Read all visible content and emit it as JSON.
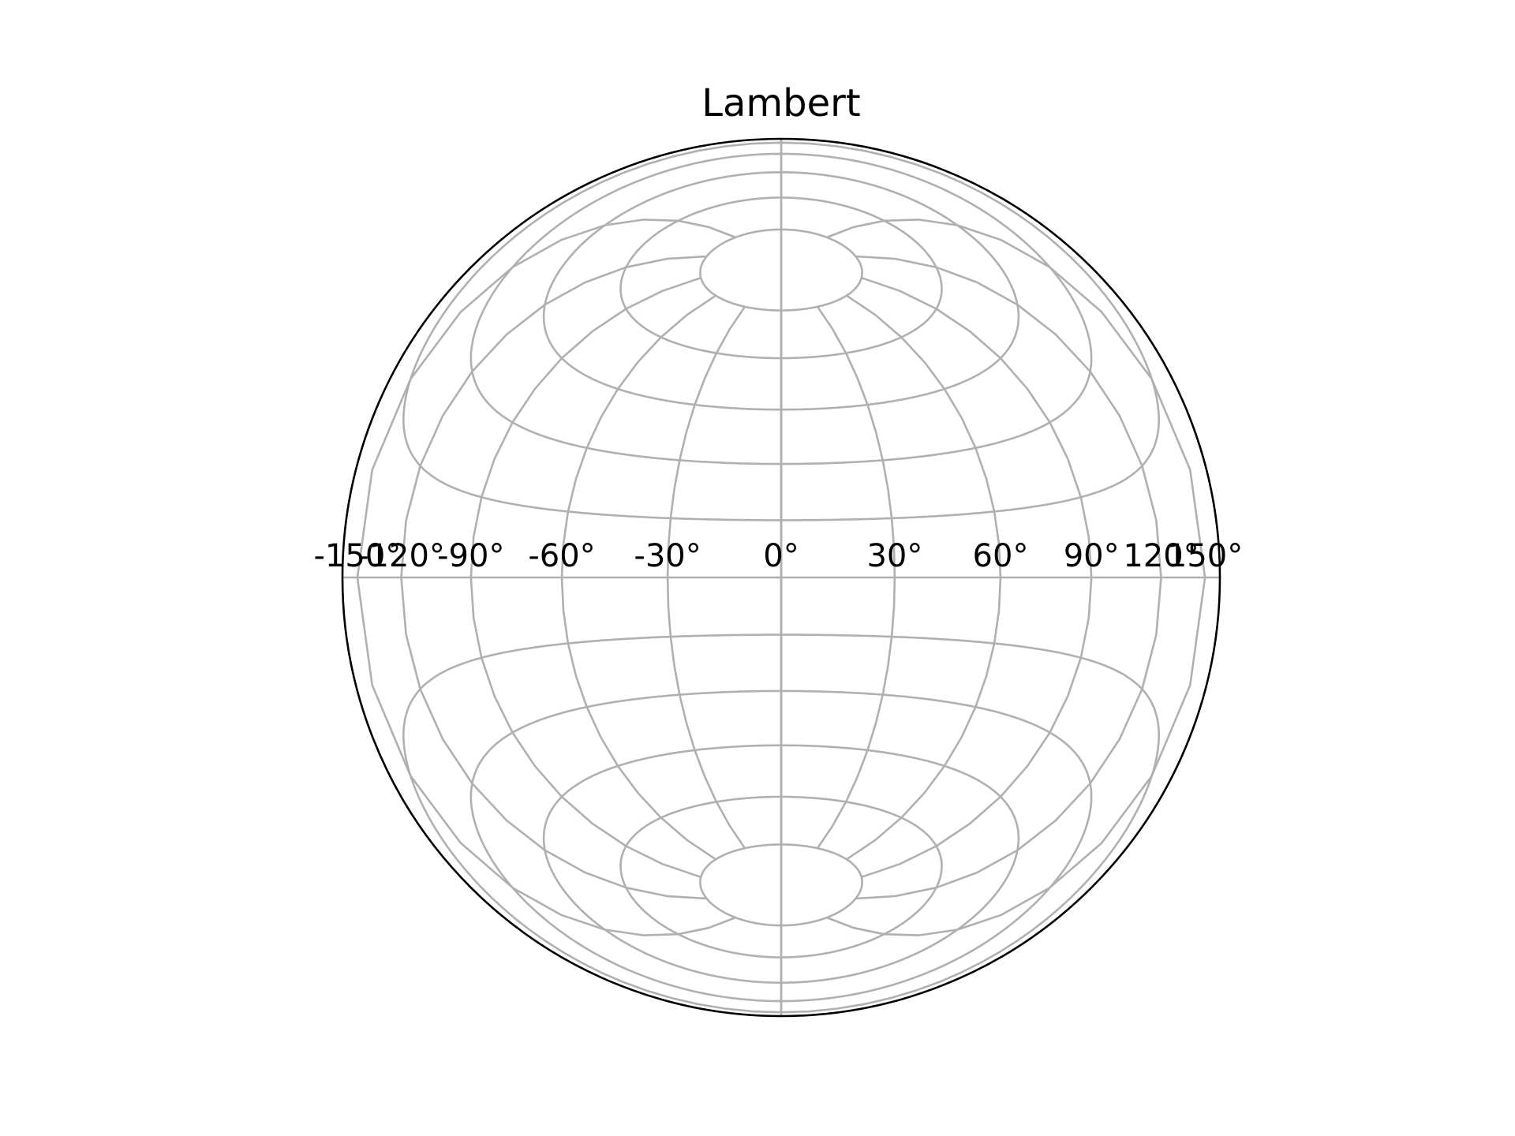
{
  "chart_data": {
    "type": "map-projection-graticule",
    "projection": "Lambert",
    "title": "Lambert",
    "graticule": {
      "meridians_deg": [
        -180,
        -150,
        -120,
        -90,
        -60,
        -30,
        0,
        30,
        60,
        90,
        120,
        150,
        180
      ],
      "parallels_deg": [
        -75,
        -60,
        -45,
        -30,
        -15,
        0,
        15,
        30,
        45,
        60,
        75
      ],
      "longitude_range": [
        -180,
        180
      ],
      "latitude_range": [
        -75,
        75
      ],
      "line_color": "#b0b0b0"
    },
    "longitude_tick_labels": [
      {
        "lon": -150,
        "label": "-150°"
      },
      {
        "lon": -120,
        "label": "-120°"
      },
      {
        "lon": -90,
        "label": "-90°"
      },
      {
        "lon": -60,
        "label": "-60°"
      },
      {
        "lon": -30,
        "label": "-30°"
      },
      {
        "lon": 0,
        "label": "0°"
      },
      {
        "lon": 30,
        "label": "30°"
      },
      {
        "lon": 60,
        "label": "60°"
      },
      {
        "lon": 90,
        "label": "90°"
      },
      {
        "lon": 120,
        "label": "120°"
      },
      {
        "lon": 150,
        "label": "150°"
      }
    ],
    "boundary_color": "#000000",
    "grid": true
  }
}
